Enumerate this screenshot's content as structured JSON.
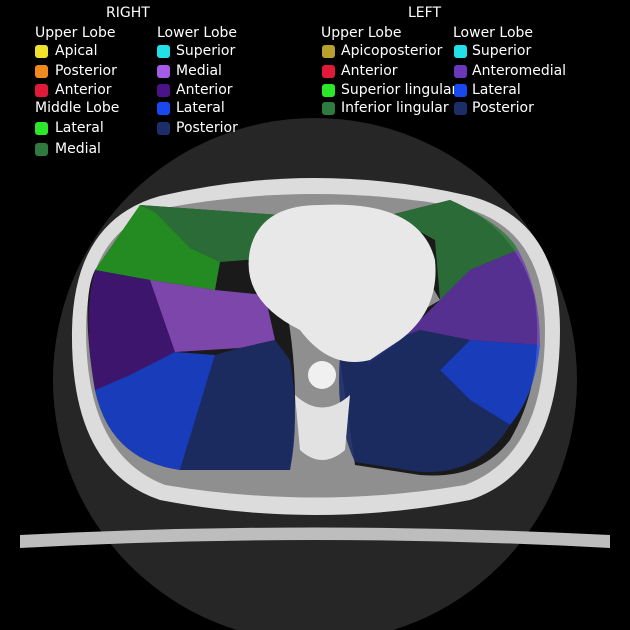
{
  "right": {
    "title": "RIGHT",
    "upper_lobe": {
      "heading": "Upper Lobe",
      "items": [
        {
          "label": "Apical",
          "color": "#f2e12a"
        },
        {
          "label": "Posterior",
          "color": "#f08a1c"
        },
        {
          "label": "Anterior",
          "color": "#e21a3a"
        }
      ]
    },
    "middle_lobe": {
      "heading": "Middle Lobe",
      "items": [
        {
          "label": "Lateral",
          "color": "#2de82a"
        },
        {
          "label": "Medial",
          "color": "#2f7a3e"
        }
      ]
    },
    "lower_lobe": {
      "heading": "Lower Lobe",
      "items": [
        {
          "label": "Superior",
          "color": "#22e0e8"
        },
        {
          "label": "Medial",
          "color": "#a65ae8"
        },
        {
          "label": "Anterior",
          "color": "#4a1488"
        },
        {
          "label": "Lateral",
          "color": "#1848f0"
        },
        {
          "label": "Posterior",
          "color": "#1c2d68"
        }
      ]
    }
  },
  "left": {
    "title": "LEFT",
    "upper_lobe": {
      "heading": "Upper Lobe",
      "items": [
        {
          "label": "Apicoposterior",
          "color": "#b8a02a"
        },
        {
          "label": "Anterior",
          "color": "#e21a3a"
        },
        {
          "label": "Superior lingular",
          "color": "#2de82a"
        },
        {
          "label": "Inferior lingular",
          "color": "#2f7a3e"
        }
      ]
    },
    "lower_lobe": {
      "heading": "Lower Lobe",
      "items": [
        {
          "label": "Superior",
          "color": "#22e0e8"
        },
        {
          "label": "Anteromedial",
          "color": "#6a38b8"
        },
        {
          "label": "Lateral",
          "color": "#1848f0"
        },
        {
          "label": "Posterior",
          "color": "#1c2d68"
        }
      ]
    }
  }
}
